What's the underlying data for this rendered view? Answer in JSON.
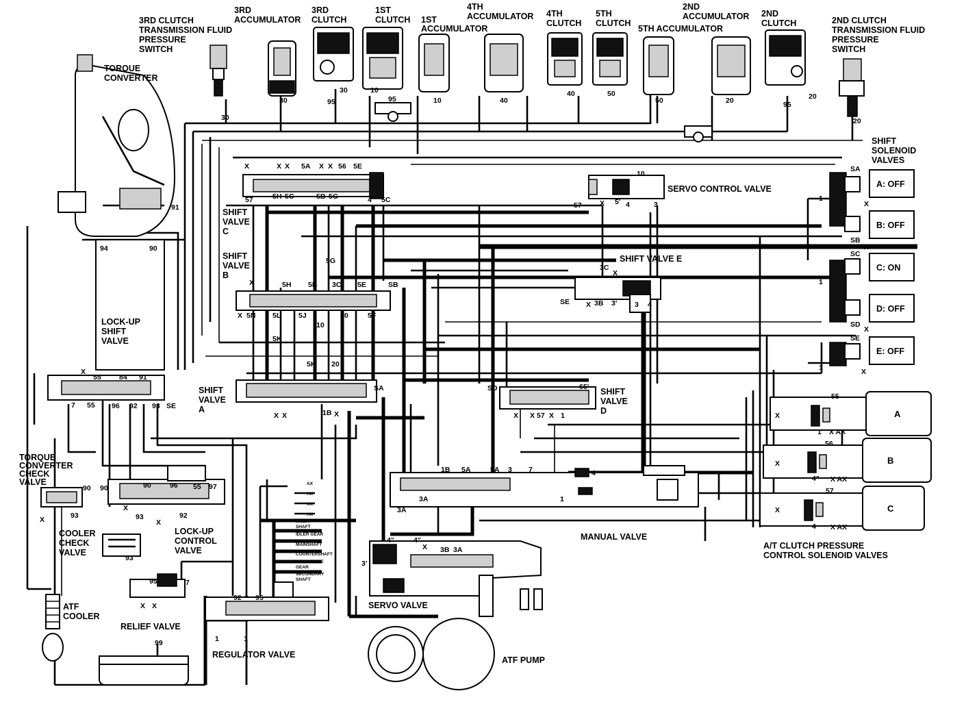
{
  "components": {
    "sw3_a": "3RD CLUTCH",
    "sw3_b": "TRANSMISSION FLUID",
    "sw3_c": "PRESSURE",
    "sw3_d": "SWITCH",
    "acc3_a": "3RD",
    "acc3_b": "ACCUMULATOR",
    "cl3_a": "3RD",
    "cl3_b": "CLUTCH",
    "cl1_a": "1ST",
    "cl1_b": "CLUTCH",
    "acc1_a": "1ST",
    "acc1_b": "ACCUMULATOR",
    "acc4_a": "4TH",
    "acc4_b": "ACCUMULATOR",
    "cl4_a": "4TH",
    "cl4_b": "CLUTCH",
    "cl5_a": "5TH",
    "cl5_b": "CLUTCH",
    "acc5": "5TH ACCUMULATOR",
    "acc2_a": "2ND",
    "acc2_b": "ACCUMULATOR",
    "cl2_a": "2ND",
    "cl2_b": "CLUTCH",
    "sw2_a": "2ND CLUTCH",
    "sw2_b": "TRANSMISSION FLUID",
    "sw2_c": "PRESSURE",
    "sw2_d": "SWITCH",
    "tc_a": "TORQUE",
    "tc_b": "CONVERTER",
    "ssv_a": "SHIFT",
    "ssv_b": "SOLENOID",
    "ssv_c": "VALVES",
    "servo_control": "SERVO CONTROL VALVE",
    "svc_a": "SHIFT",
    "svc_b": "VALVE",
    "svc_c": "C",
    "svb_a": "SHIFT",
    "svb_b": "VALVE",
    "svb_c": "B",
    "sve": "SHIFT VALVE E",
    "lus_a": "LOCK-UP",
    "lus_b": "SHIFT",
    "lus_c": "VALVE",
    "sva_a": "SHIFT",
    "sva_b": "VALVE",
    "sva_c": "A",
    "svd_a": "SHIFT",
    "svd_b": "VALVE",
    "svd_c": "D",
    "tcc_a": "TORQUE",
    "tcc_b": "CONVERTER",
    "tcc_c": "CHECK",
    "tcc_d": "VALVE",
    "ccv_a": "COOLER",
    "ccv_b": "CHECK",
    "ccv_c": "VALVE",
    "luc_a": "LOCK-UP",
    "luc_b": "CONTROL",
    "luc_c": "VALVE",
    "manual": "MANUAL VALVE",
    "atcp_a": "A/T CLUTCH PRESSURE",
    "atcp_b": "CONTROL SOLENOID VALVES",
    "servo": "SERVO VALVE",
    "atf_cooler_a": "ATF",
    "atf_cooler_b": "COOLER",
    "relief": "RELIEF VALVE",
    "regulator": "REGULATOR VALVE",
    "atf_pump": "ATF PUMP"
  },
  "solenoids": {
    "a": "A: OFF",
    "b": "B: OFF",
    "c": "C: ON",
    "d": "D: OFF",
    "e": "E: OFF"
  },
  "pcs": {
    "a": "A",
    "b": "B",
    "c": "C"
  },
  "shaft_labels": {
    "ax1": "AX",
    "hx1": "HX",
    "ax2": "AX",
    "hx2": "HX",
    "idler_a": "IDLER",
    "idler_b": "SHAFT",
    "idler_gear": "IDLER GEAR",
    "mainshaft": "MAINSHAFT",
    "countershaft": "COUNTERSHAFT",
    "final_a": "FINAL DRIVE",
    "final_b": "GEAR",
    "secondary_a": "SECONDARY",
    "secondary_b": "SHAFT"
  },
  "passages": {
    "n30a": "30",
    "n30b": "30",
    "n30c": "30",
    "n95a": "95",
    "n10a": "10",
    "n95b": "95",
    "n10b": "10",
    "n40a": "40",
    "n40b": "40",
    "n50a": "50",
    "n50b": "50",
    "n20a": "20",
    "n95c": "95",
    "n20b": "20",
    "n20c": "20",
    "n91": "91",
    "n94": "94",
    "n90": "90",
    "c_x1": "X",
    "c_x2": "X",
    "c_x3": "X",
    "c_5a": "5A",
    "c_x4": "X",
    "c_x5": "X",
    "c_56": "56",
    "c_5e": "5E",
    "c_57": "57",
    "c_5h": "5H",
    "c_5c": "5C",
    "c_5b": "5B",
    "c_5g": "5G",
    "c_4": "4",
    "c_5c2": "5C",
    "sc_10": "10",
    "sc_57": "57",
    "sc_x": "X",
    "sc_a": "5'",
    "sc_4": "4",
    "sc_3": "3",
    "b_5g": "5G",
    "b_x": "X",
    "b_5h": "5H",
    "b_5b": "5B",
    "b_3c": "3C",
    "b_5e": "5E",
    "b_sb": "SB",
    "b_x2": "X",
    "b_5n": "5N",
    "b_5l": "5L",
    "b_5j": "5J",
    "b_40": "40",
    "b_5f": "5F",
    "b_10": "10",
    "e_3c": "3C",
    "e_x": "X",
    "e_se": "SE",
    "e_x2": "X",
    "e_3b": "3B",
    "e_3p": "3'",
    "e_3": "3",
    "e_4": "4",
    "m_5k": "5K",
    "m_5k2": "5K",
    "m_20": "20",
    "l_x": "X",
    "l_55": "55'",
    "l_84": "84",
    "l_91": "91",
    "l_7": "7",
    "l_55b": "55",
    "l_96": "96",
    "l_92": "92",
    "l_93": "93",
    "l_se": "SE",
    "a_sa": "SA",
    "a_x1": "X",
    "a_x2": "X",
    "a_1b": "1B",
    "a_x3": "X",
    "d_sd": "SD",
    "d_65": "65'",
    "d_x": "X",
    "d_x2": "X",
    "d_57": "57",
    "d_x3": "X",
    "d_1": "1",
    "s_sa": "SA",
    "s_x1": "X",
    "s_1": "1",
    "s_sb": "SB",
    "s_x2": "X",
    "s_sc": "SC",
    "s_1b": "1",
    "s_sd": "SD",
    "s_x3": "X",
    "s_se": "SE",
    "s_1c": "1",
    "s_x4": "X",
    "pa_55": "55",
    "pa_1": "1",
    "pa_xax": "X AX",
    "pa_x": "X",
    "pb_56": "56",
    "pb_4": "4\"",
    "pb_xax": "X AX",
    "pb_x": "X",
    "pc_57": "57",
    "pc_4": "4",
    "pc_xax": "X AX",
    "pc_x": "X",
    "mv_1b": "1B",
    "mv_5a": "5A",
    "mv_5a2": "5A",
    "mv_3": "3",
    "mv_7": "7",
    "mv_4": "4",
    "mv_1": "1",
    "mv_3a": "3A",
    "mv_3a2": "3A",
    "sv_4p": "4\"",
    "sv_4pp": "4\"",
    "sv_x": "X",
    "sv_3b": "3B",
    "sv_3a": "3A",
    "sv_3p": "3'",
    "tcc_90": "90",
    "tcc_93": "93",
    "tcc_x": "X",
    "lu_90": "90",
    "lu_90b": "90",
    "lu_96": "96",
    "lu_55": "55",
    "lu_97": "97",
    "lu_x": "X",
    "lu_93": "93",
    "lu_x2": "X",
    "lu_92": "92",
    "cc_93": "93",
    "rl_95": "95",
    "rl_7": "7",
    "rl_x": "X",
    "rl_x2": "X",
    "rg_92": "92",
    "rg_95": "95",
    "rg_1": "1",
    "rg_1b": "1",
    "n99": "99"
  }
}
